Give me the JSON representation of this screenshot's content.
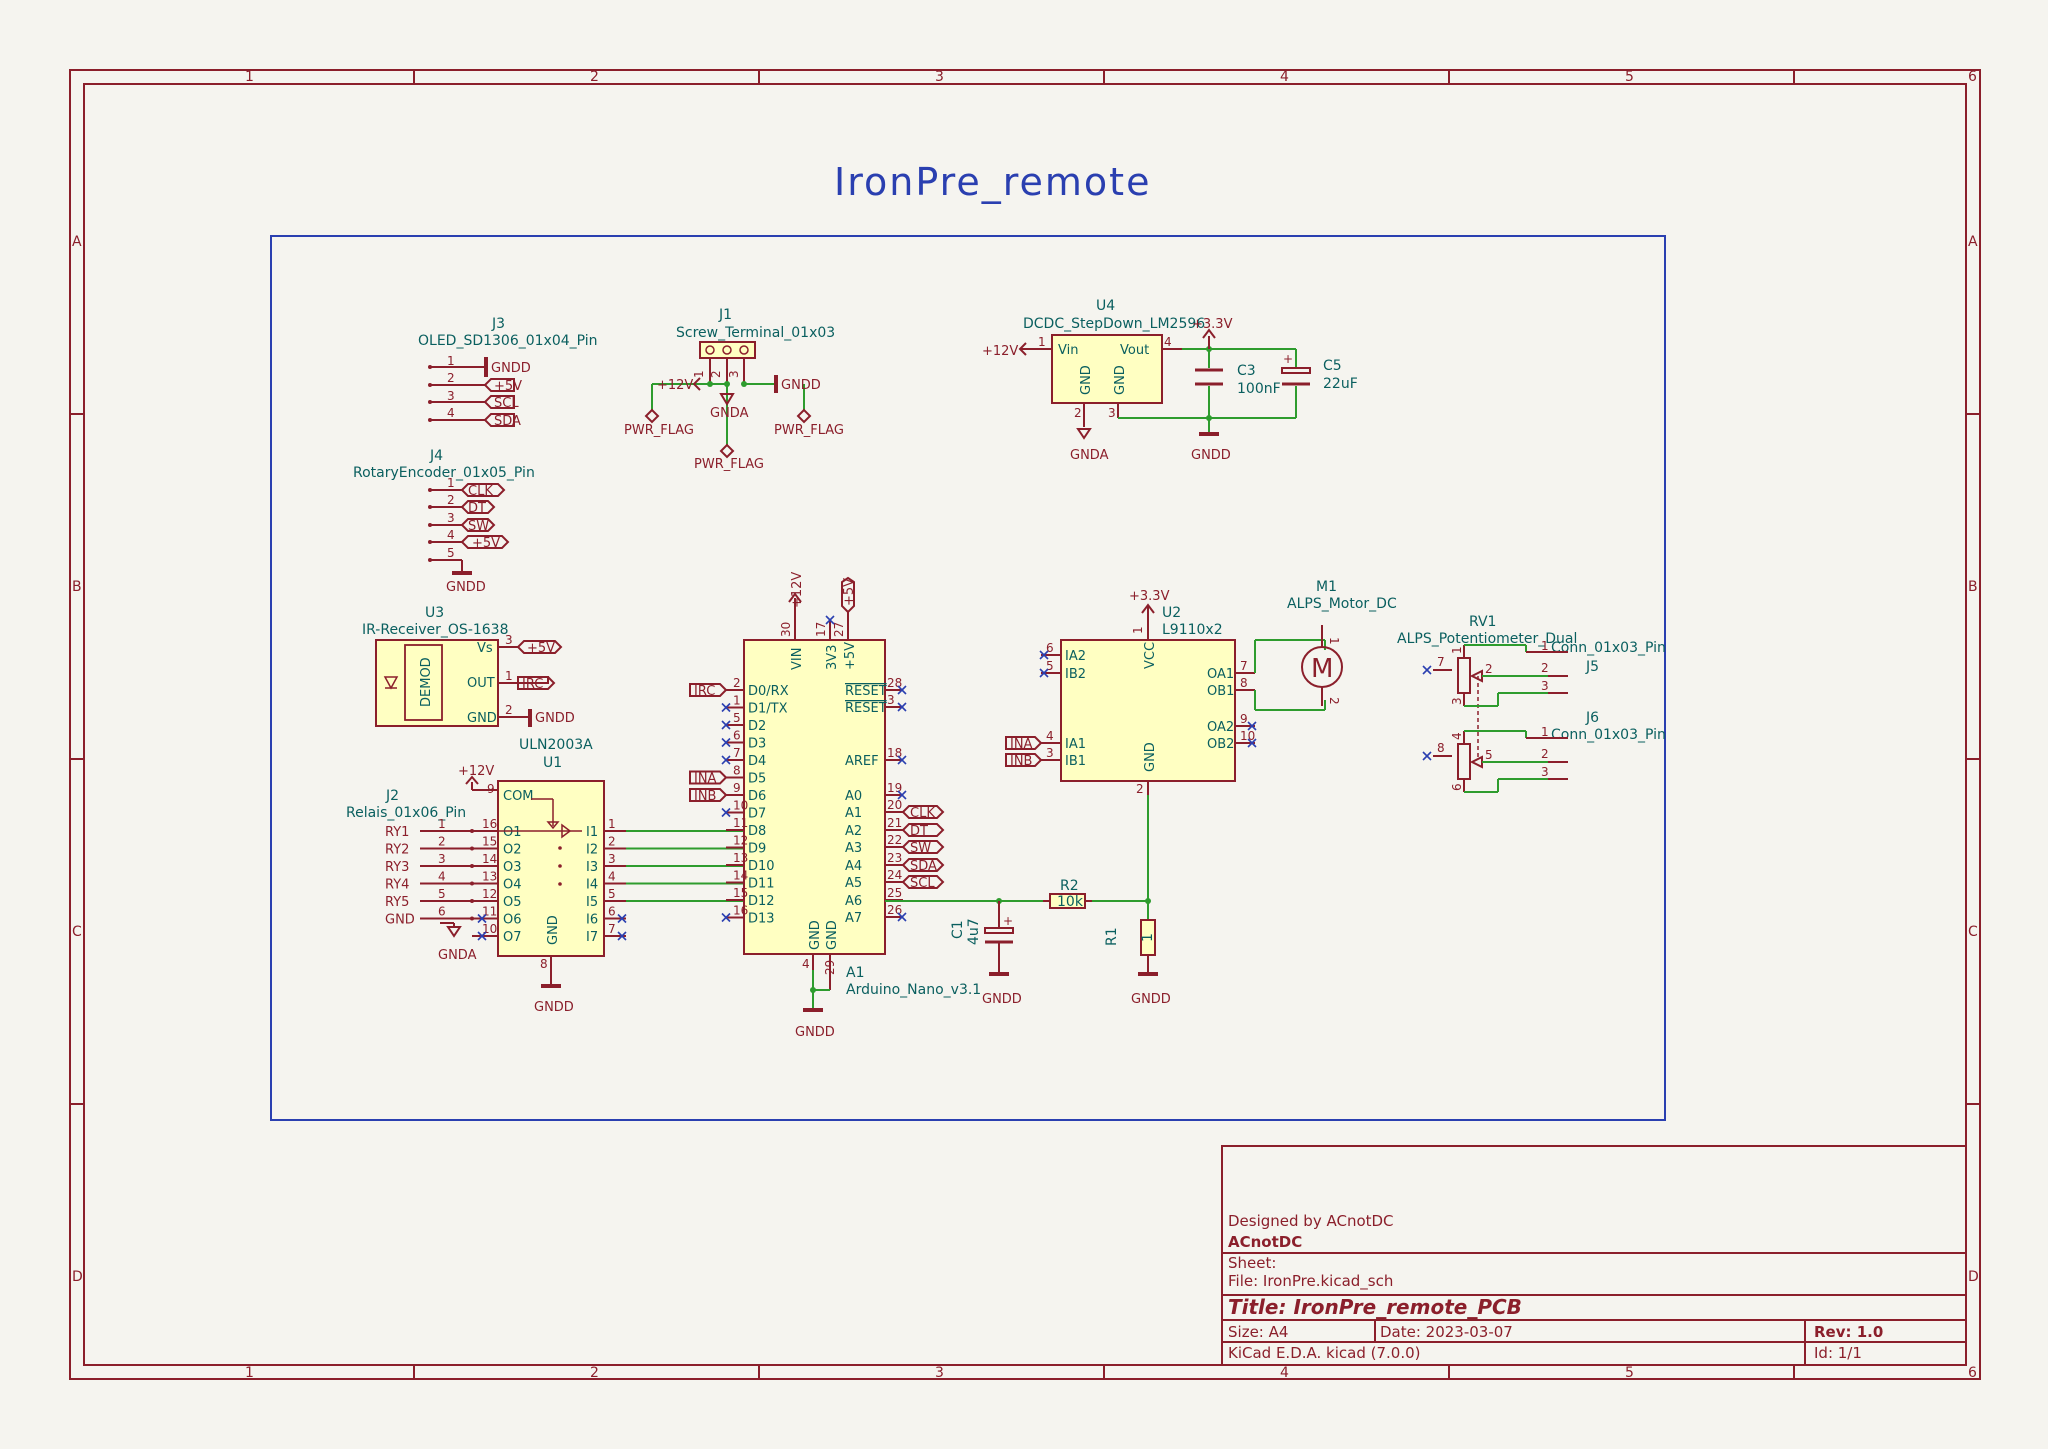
{
  "sheet_title": "IronPre_remote",
  "border": {
    "columns": [
      "1",
      "2",
      "3",
      "4",
      "5",
      "6"
    ],
    "rows": [
      "A",
      "B",
      "C",
      "D"
    ]
  },
  "title_block": {
    "designed_by": "Designed by ACnotDC",
    "company": "ACnotDC",
    "sheet": "Sheet:",
    "file": "File: IronPre.kicad_sch",
    "title": "Title: IronPre_remote_PCB",
    "size": "Size: A4",
    "date": "Date: 2023-03-07",
    "rev": "Rev: 1.0",
    "tool": "KiCad E.D.A.  kicad (7.0.0)",
    "id": "Id: 1/1"
  },
  "components": {
    "J3": {
      "ref": "J3",
      "value": "OLED_SD1306_01x04_Pin",
      "pins": [
        "1",
        "2",
        "3",
        "4"
      ],
      "nets": [
        "GNDD",
        "+5V",
        "SCL",
        "SDA"
      ]
    },
    "J4": {
      "ref": "J4",
      "value": "RotaryEncoder_01x05_Pin",
      "pins": [
        "1",
        "2",
        "3",
        "4",
        "5"
      ],
      "nets": [
        "CLK",
        "DT",
        "SW",
        "+5V",
        "GNDD"
      ]
    },
    "J1": {
      "ref": "J1",
      "value": "Screw_Terminal_01x03",
      "pins": [
        "1",
        "2",
        "3"
      ],
      "power": [
        "+12V",
        "GNDA",
        "GNDD"
      ],
      "flags": [
        "PWR_FLAG",
        "PWR_FLAG",
        "PWR_FLAG"
      ]
    },
    "U4": {
      "ref": "U4",
      "value": "DCDC_StepDown_LM2596",
      "pins": {
        "vin": "Vin",
        "vout": "Vout",
        "gnd1": "GND",
        "gnd2": "GND",
        "n1": "1",
        "n2": "2",
        "n3": "3",
        "n4": "4"
      },
      "nets": {
        "in": "+12V",
        "out": "+3.3V",
        "gnda": "GNDA",
        "gndd": "GNDD"
      }
    },
    "C3": {
      "ref": "C3",
      "value": "100nF"
    },
    "C5": {
      "ref": "C5",
      "value": "22uF"
    },
    "U3": {
      "ref": "U3",
      "value": "IR-Receiver_OS-1638",
      "pins": {
        "vs": "Vs",
        "out": "OUT",
        "gnd": "GND",
        "demod": "DEMOD",
        "n3": "3",
        "n1": "1",
        "n2": "2"
      },
      "nets": {
        "vs": "+5V",
        "out": "IRC",
        "gnd": "GNDD"
      }
    },
    "U1": {
      "ref": "U1",
      "value": "ULN2003A",
      "left_pins": [
        "COM",
        "O1",
        "O2",
        "O3",
        "O4",
        "O5",
        "O6",
        "O7"
      ],
      "left_nums": [
        "9",
        "16",
        "15",
        "14",
        "13",
        "12",
        "11",
        "10"
      ],
      "right_pins": [
        "I1",
        "I2",
        "I3",
        "I4",
        "I5",
        "I6",
        "I7"
      ],
      "right_nums": [
        "1",
        "2",
        "3",
        "4",
        "5",
        "6",
        "7"
      ],
      "gnd": "GND",
      "gnd_num": "8",
      "com_net": "+12V",
      "gnd_net": "GNDD"
    },
    "J2": {
      "ref": "J2",
      "value": "Relais_01x06_Pin",
      "pins": [
        "1",
        "2",
        "3",
        "4",
        "5",
        "6"
      ],
      "nets": [
        "RY1",
        "RY2",
        "RY3",
        "RY4",
        "RY5",
        "GND"
      ],
      "gnd_symbol": "GNDA"
    },
    "A1": {
      "ref": "A1",
      "value": "Arduino_Nano_v3.1",
      "top_pins": [
        "VIN",
        "3V3",
        "+5V"
      ],
      "top_nums": [
        "30",
        "17",
        "27"
      ],
      "top_nets": [
        "+12V",
        "+5V"
      ],
      "left_pins": [
        "D0/RX",
        "D1/TX",
        "D2",
        "D3",
        "D4",
        "D5",
        "D6",
        "D7",
        "D8",
        "D9",
        "D10",
        "D11",
        "D12",
        "D13"
      ],
      "left_nums": [
        "2",
        "1",
        "5",
        "6",
        "7",
        "8",
        "9",
        "10",
        "11",
        "12",
        "13",
        "14",
        "15",
        "16"
      ],
      "right_pins": [
        "RESET",
        "RESET",
        "AREF",
        "A0",
        "A1",
        "A2",
        "A3",
        "A4",
        "A5",
        "A6",
        "A7"
      ],
      "right_nums": [
        "28",
        "3",
        "18",
        "19",
        "20",
        "21",
        "22",
        "23",
        "24",
        "25",
        "26"
      ],
      "bottom_pins": [
        "GND",
        "GND"
      ],
      "bottom_nums": [
        "4",
        "29"
      ],
      "gnd_net": "GNDD",
      "labels_left": [
        "IRC",
        "INA",
        "INB"
      ],
      "labels_right": [
        "CLK",
        "DT",
        "SW",
        "SDA",
        "SCL"
      ]
    },
    "C1": {
      "ref": "C1",
      "value": "4u7",
      "gnd": "GNDD"
    },
    "R2": {
      "ref": "R2",
      "value": "10k"
    },
    "R1": {
      "ref": "R1",
      "value": "1",
      "gnd": "GNDD"
    },
    "U2": {
      "ref": "U2",
      "value": "L9110x2",
      "left_pins": [
        "IA2",
        "IB2",
        "IA1",
        "IB1"
      ],
      "left_nums": [
        "6",
        "5",
        "4",
        "3"
      ],
      "right_pins": [
        "OA1",
        "OB1",
        "OA2",
        "OB2"
      ],
      "right_nums": [
        "7",
        "8",
        "9",
        "10"
      ],
      "vcc": "VCC",
      "vcc_num": "1",
      "vcc_net": "+3.3V",
      "gnd": "GND",
      "gnd_num": "2",
      "labels": [
        "INA",
        "INB"
      ]
    },
    "M1": {
      "ref": "M1",
      "value": "ALPS_Motor_DC",
      "symbol": "M",
      "pins": [
        "1",
        "2"
      ]
    },
    "RV1": {
      "ref": "RV1",
      "value": "ALPS_Potentiometer_Dual",
      "pins": [
        "1",
        "2",
        "3",
        "7",
        "4",
        "5",
        "6",
        "8"
      ]
    },
    "J5": {
      "ref": "J5",
      "value": "Conn_01x03_Pin",
      "pins": [
        "1",
        "2",
        "3"
      ]
    },
    "J6": {
      "ref": "J6",
      "value": "Conn_01x03_Pin",
      "pins": [
        "1",
        "2",
        "3"
      ]
    }
  }
}
